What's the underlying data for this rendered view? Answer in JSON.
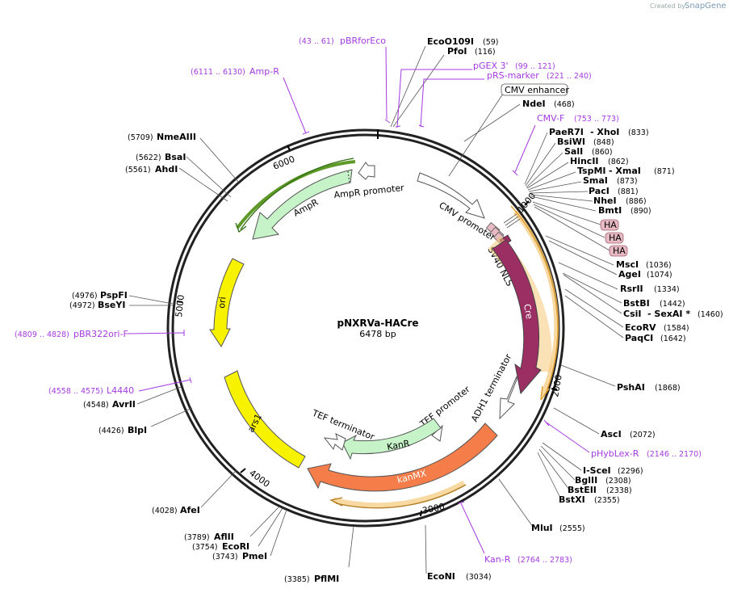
{
  "credit": {
    "prefix": "Created by",
    "brand": "SnapGene"
  },
  "plasmid": {
    "name": "pNXRVa-HACre",
    "size": "6478 bp"
  },
  "ticks": [
    "1000",
    "2000",
    "3000",
    "4000",
    "5000",
    "6000"
  ],
  "features": {
    "cmv_promoter": "CMV promoter",
    "sv40_nls": "SV40 NLS",
    "cre": "Cre",
    "adh1_terminator": "ADH1 terminator",
    "tef_promoter": "TEF promoter",
    "kanr": "KanR",
    "tef_terminator": "TEF terminator",
    "kanmx": "kanMX",
    "ars1": "ars1",
    "ori": "ori",
    "ampr": "AmpR",
    "ampr_promoter": "AmpR promoter",
    "cmv_enhancer": "CMV enhancer",
    "ha1": "HA",
    "ha2": "HA",
    "ha3": "HA"
  },
  "enzymes": [
    {
      "name": "EcoO109I",
      "pos": "(59)"
    },
    {
      "name": "PfoI",
      "pos": "(116)"
    },
    {
      "name": "NdeI",
      "pos": "(468)"
    },
    {
      "name": "PaeR7I",
      "name2": "XhoI",
      "pos": "(833)"
    },
    {
      "name": "BsiWI",
      "pos": "(848)"
    },
    {
      "name": "SalI",
      "pos": "(860)"
    },
    {
      "name": "HincII",
      "pos": "(862)"
    },
    {
      "name": "TspMI",
      "name2": "XmaI",
      "pos": "(871)"
    },
    {
      "name": "SmaI",
      "pos": "(873)"
    },
    {
      "name": "PacI",
      "pos": "(881)"
    },
    {
      "name": "NheI",
      "pos": "(886)"
    },
    {
      "name": "BmtI",
      "pos": "(890)"
    },
    {
      "name": "MscI",
      "pos": "(1036)"
    },
    {
      "name": "AgeI",
      "pos": "(1074)"
    },
    {
      "name": "RsrII",
      "pos": "(1334)"
    },
    {
      "name": "BstBI",
      "pos": "(1442)"
    },
    {
      "name": "CsiI",
      "name2": "SexAI *",
      "pos": "(1460)"
    },
    {
      "name": "EcoRV",
      "pos": "(1584)"
    },
    {
      "name": "PaqCI",
      "pos": "(1642)"
    },
    {
      "name": "PshAI",
      "pos": "(1868)"
    },
    {
      "name": "AscI",
      "pos": "(2072)"
    },
    {
      "name": "I-SceI",
      "pos": "(2296)"
    },
    {
      "name": "BglII",
      "pos": "(2308)"
    },
    {
      "name": "BstEII",
      "pos": "(2338)"
    },
    {
      "name": "BstXI",
      "pos": "(2355)"
    },
    {
      "name": "MluI",
      "pos": "(2555)"
    },
    {
      "name": "EcoNI",
      "pos": "(3034)"
    },
    {
      "name": "PflMI",
      "pos": "(3385)"
    },
    {
      "name": "PmeI",
      "pos": "(3743)"
    },
    {
      "name": "EcoRI",
      "pos": "(3754)"
    },
    {
      "name": "AflII",
      "pos": "(3789)"
    },
    {
      "name": "AfeI",
      "pos": "(4028)"
    },
    {
      "name": "BlpI",
      "pos": "(4426)"
    },
    {
      "name": "AvrII",
      "pos": "(4548)"
    },
    {
      "name": "BseYI",
      "pos": "(4972)"
    },
    {
      "name": "PspFI",
      "pos": "(4976)"
    },
    {
      "name": "AhdI",
      "pos": "(5561)"
    },
    {
      "name": "BsaI",
      "pos": "(5622)"
    },
    {
      "name": "NmeAIII",
      "pos": "(5709)"
    }
  ],
  "primers": [
    {
      "name": "pBRforEco",
      "pos": "(43 .. 61)"
    },
    {
      "name": "pGEX 3'",
      "pos": "(99 .. 121)"
    },
    {
      "name": "pRS-marker",
      "pos": "(221 .. 240)"
    },
    {
      "name": "Amp-R",
      "pos": "(6111 .. 6130)"
    },
    {
      "name": "CMV-F",
      "pos": "(753 .. 773)"
    },
    {
      "name": "pHybLex-R",
      "pos": "(2146 .. 2170)"
    },
    {
      "name": "Kan-R",
      "pos": "(2764 .. 2783)"
    },
    {
      "name": "L4440",
      "pos": "(4558 .. 4575)"
    },
    {
      "name": "pBR322ori-F",
      "pos": "(4809 .. 4828)"
    }
  ],
  "colors": {
    "cmv_promoter": "#ffffff",
    "cre": "#9b2f64",
    "sv40_nls": "#a87c8e",
    "kanmx": "#f47d4a",
    "kanr": "#c6f4c8",
    "ars1": "#f7f200",
    "ori": "#f7f200",
    "ampr": "#c6f4c8",
    "orf_halo": "#f5c97a",
    "ha_box": "#e6b9c3",
    "primer": "#a43be0"
  }
}
